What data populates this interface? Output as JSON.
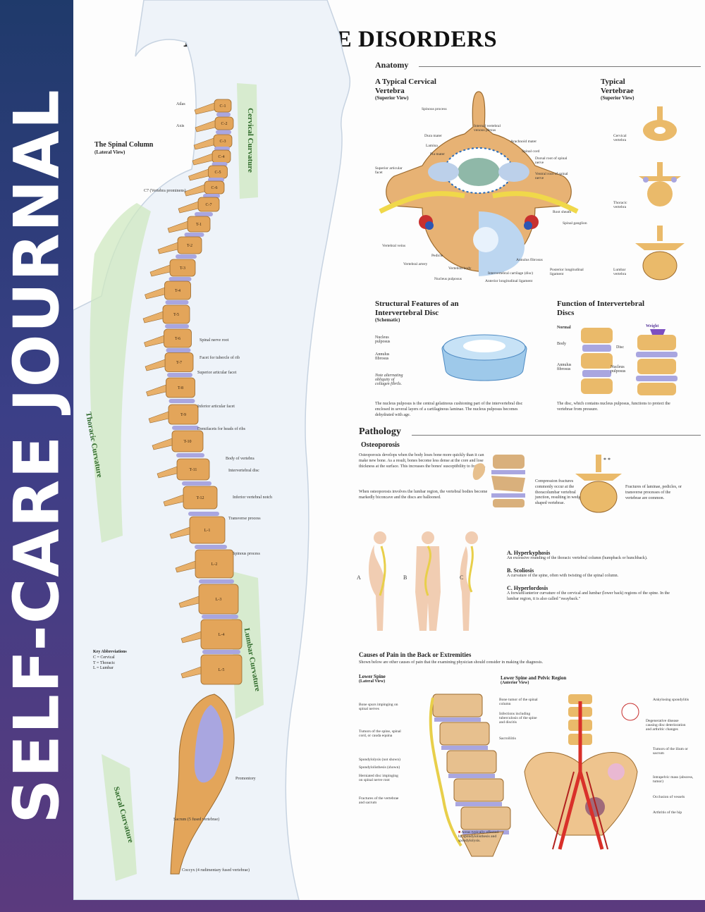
{
  "side_band": {
    "title": "SELF-CARE JOURNAL"
  },
  "poster": {
    "title": "HUMAN SPINE DISORDERS",
    "spinal_column": {
      "title": "The Spinal Column",
      "subtitle": "(Lateral View)",
      "curvatures": [
        "Cervical Curvature",
        "Thoracic Curvature",
        "Lumbar Curvature",
        "Sacral Curvature"
      ],
      "left_labels": [
        "Atlas",
        "Axis",
        "C7 (Vertebra prominens)"
      ],
      "right_labels": [
        "Spinal nerve root",
        "Facet for tubercle of rib",
        "Superior articular facet",
        "Inferior articular facet",
        "Demifacets for heads of ribs",
        "Body of vertebra",
        "Intervertebral disc",
        "Inferior vertebral notch",
        "Transverse process",
        "Spinous process",
        "Promontory",
        "Sacrum (5 fused vertebrae)",
        "Coccyx (4 rudimentary fused vertebrae)"
      ],
      "vertebra_labels": [
        "C-1",
        "C-2",
        "C-3",
        "C-4",
        "C-5",
        "C-6",
        "C-7",
        "T-1",
        "T-2",
        "T-3",
        "T-4",
        "T-5",
        "T-6",
        "T-7",
        "T-8",
        "T-9",
        "T-10",
        "T-11",
        "T-12",
        "L-1",
        "L-2",
        "L-3",
        "L-4",
        "L-5"
      ],
      "key": {
        "title": "Key Abbreviations",
        "items": [
          "C = Cervical",
          "T = Thoracic",
          "L = Lumbar"
        ]
      }
    },
    "anatomy": {
      "heading": "Anatomy",
      "cervical": {
        "title": "A Typical Cervical Vertebra",
        "subtitle": "(Superior View)",
        "labels": [
          "Spinous process",
          "Internal vertebral venous plexus",
          "Dura mater",
          "Arachnoid mater",
          "Lamina",
          "Pia mater",
          "Spinal cord",
          "Dorsal root of spinal nerve",
          "Superior articular facet",
          "Ventral root of spinal nerve",
          "Root sheath",
          "Spinal ganglion",
          "Vertebral veins",
          "Pedicle",
          "Vertebral artery",
          "Vertebral body",
          "Nucleus pulposus",
          "Annulus fibrosus",
          "Posterior longitudinal ligament",
          "Intervertebral cartilage (disc)",
          "Anterior longitudinal ligament"
        ]
      },
      "typical": {
        "title": "Typical Vertebrae",
        "subtitle": "(Superior View)",
        "labels": [
          "Cervical vertebra",
          "Thoracic vertebra",
          "Lumbar vertebra"
        ]
      },
      "disc_structure": {
        "title": "Structural Features of an Intervertebral Disc",
        "subtitle": "(Schematic)",
        "labels": [
          "Nucleus pulposus",
          "Annulus fibrosus",
          "Note alternating obliquity of collagen fibrils."
        ],
        "caption": "The nucleus pulposus is the central gelatinous cushioning part of the intervertebral disc enclosed in several layers of a cartilaginous laminae. The nucleus pulposus becomes dehydrated with age."
      },
      "disc_function": {
        "title": "Function of Intervertebral Discs",
        "labels": [
          "Normal",
          "Weight",
          "Body",
          "Disc",
          "Annulus fibrosus",
          "Nucleus pulposus"
        ],
        "caption": "The disc, which contains nucleus pulposus, functions to protect the vertebrae from pressure."
      }
    },
    "pathology": {
      "heading": "Pathology",
      "osteoporosis": {
        "title": "Osteoporosis",
        "text1": "Osteoporosis develops when the body loses bone more quickly than it can make new bone. As a result, bones become less dense at the core and lose thickness at the surface. This increases the bones' susceptibility to fracture.",
        "text2": "When osteoporosis involves the lumbar region, the vertebral bodies become markedly biconcave and the discs are ballooned.",
        "compression": "Compression fractures commonly occur at the thoracolumbar vertebral junction, resulting in wedge-shaped vertebrae.",
        "fractures": "Fractures of laminae, pedicles, or transverse processes of the vertebrae are common."
      },
      "figure_letters": [
        "A",
        "B",
        "C"
      ],
      "conditions": [
        {
          "title": "A. Hyperkyphosis",
          "text": "An excessive rounding of the thoracic vertebral column (humpback or hunchback)."
        },
        {
          "title": "B. Scoliosis",
          "text": "A curvature of the spine, often with twisting of the spinal column."
        },
        {
          "title": "C. Hyperlordosis",
          "text": "A forward/anterior curvature of the cervical and lumbar (lower back) regions of the spine. In the lumbar region, it is also called \"swayback.\""
        }
      ],
      "causes": {
        "title": "Causes of Pain in the Back or Extremities",
        "intro": "Shown below are other causes of pain that the examining physician should consider in making the diagnosis.",
        "lower_spine": {
          "title": "Lower Spine",
          "subtitle": "(Lateral View)",
          "labels": [
            "Bone spurs impinging on spinal nerves",
            "Tumors of the spine, spinal cord, or cauda equina",
            "Spondylolysis (not shown)",
            "Spondylolisthesis (shown)",
            "Herniated disc impinging on spinal nerve root",
            "Fractures of the vertebrae and sacrum"
          ],
          "legend": "Areas typically affected by spondylolisthesis and spondylolysis."
        },
        "pelvic": {
          "title": "Lower Spine and Pelvic Region",
          "subtitle": "(Anterior View)",
          "labels": [
            "Bone tumor of the spinal column",
            "Infections including tuberculosis of the spine and discitis",
            "Sacroiliitis",
            "Ankylosing spondylitis",
            "Degenerative disease causing disc deterioration and arthritic changes",
            "Tumors of the ilium or sacrum",
            "Intrapelvic mass (abscess, tumor)",
            "Occlusion of vessels",
            "Arthritis of the hip"
          ]
        }
      }
    }
  },
  "colors": {
    "band_top": "#1f3a6b",
    "band_bottom": "#5b3a7e",
    "bone": "#e3a55a",
    "disc": "#a9a6e0",
    "nerve": "#e8cf4a",
    "curve_band": "#cfe8c0",
    "artery": "#d9302a"
  }
}
